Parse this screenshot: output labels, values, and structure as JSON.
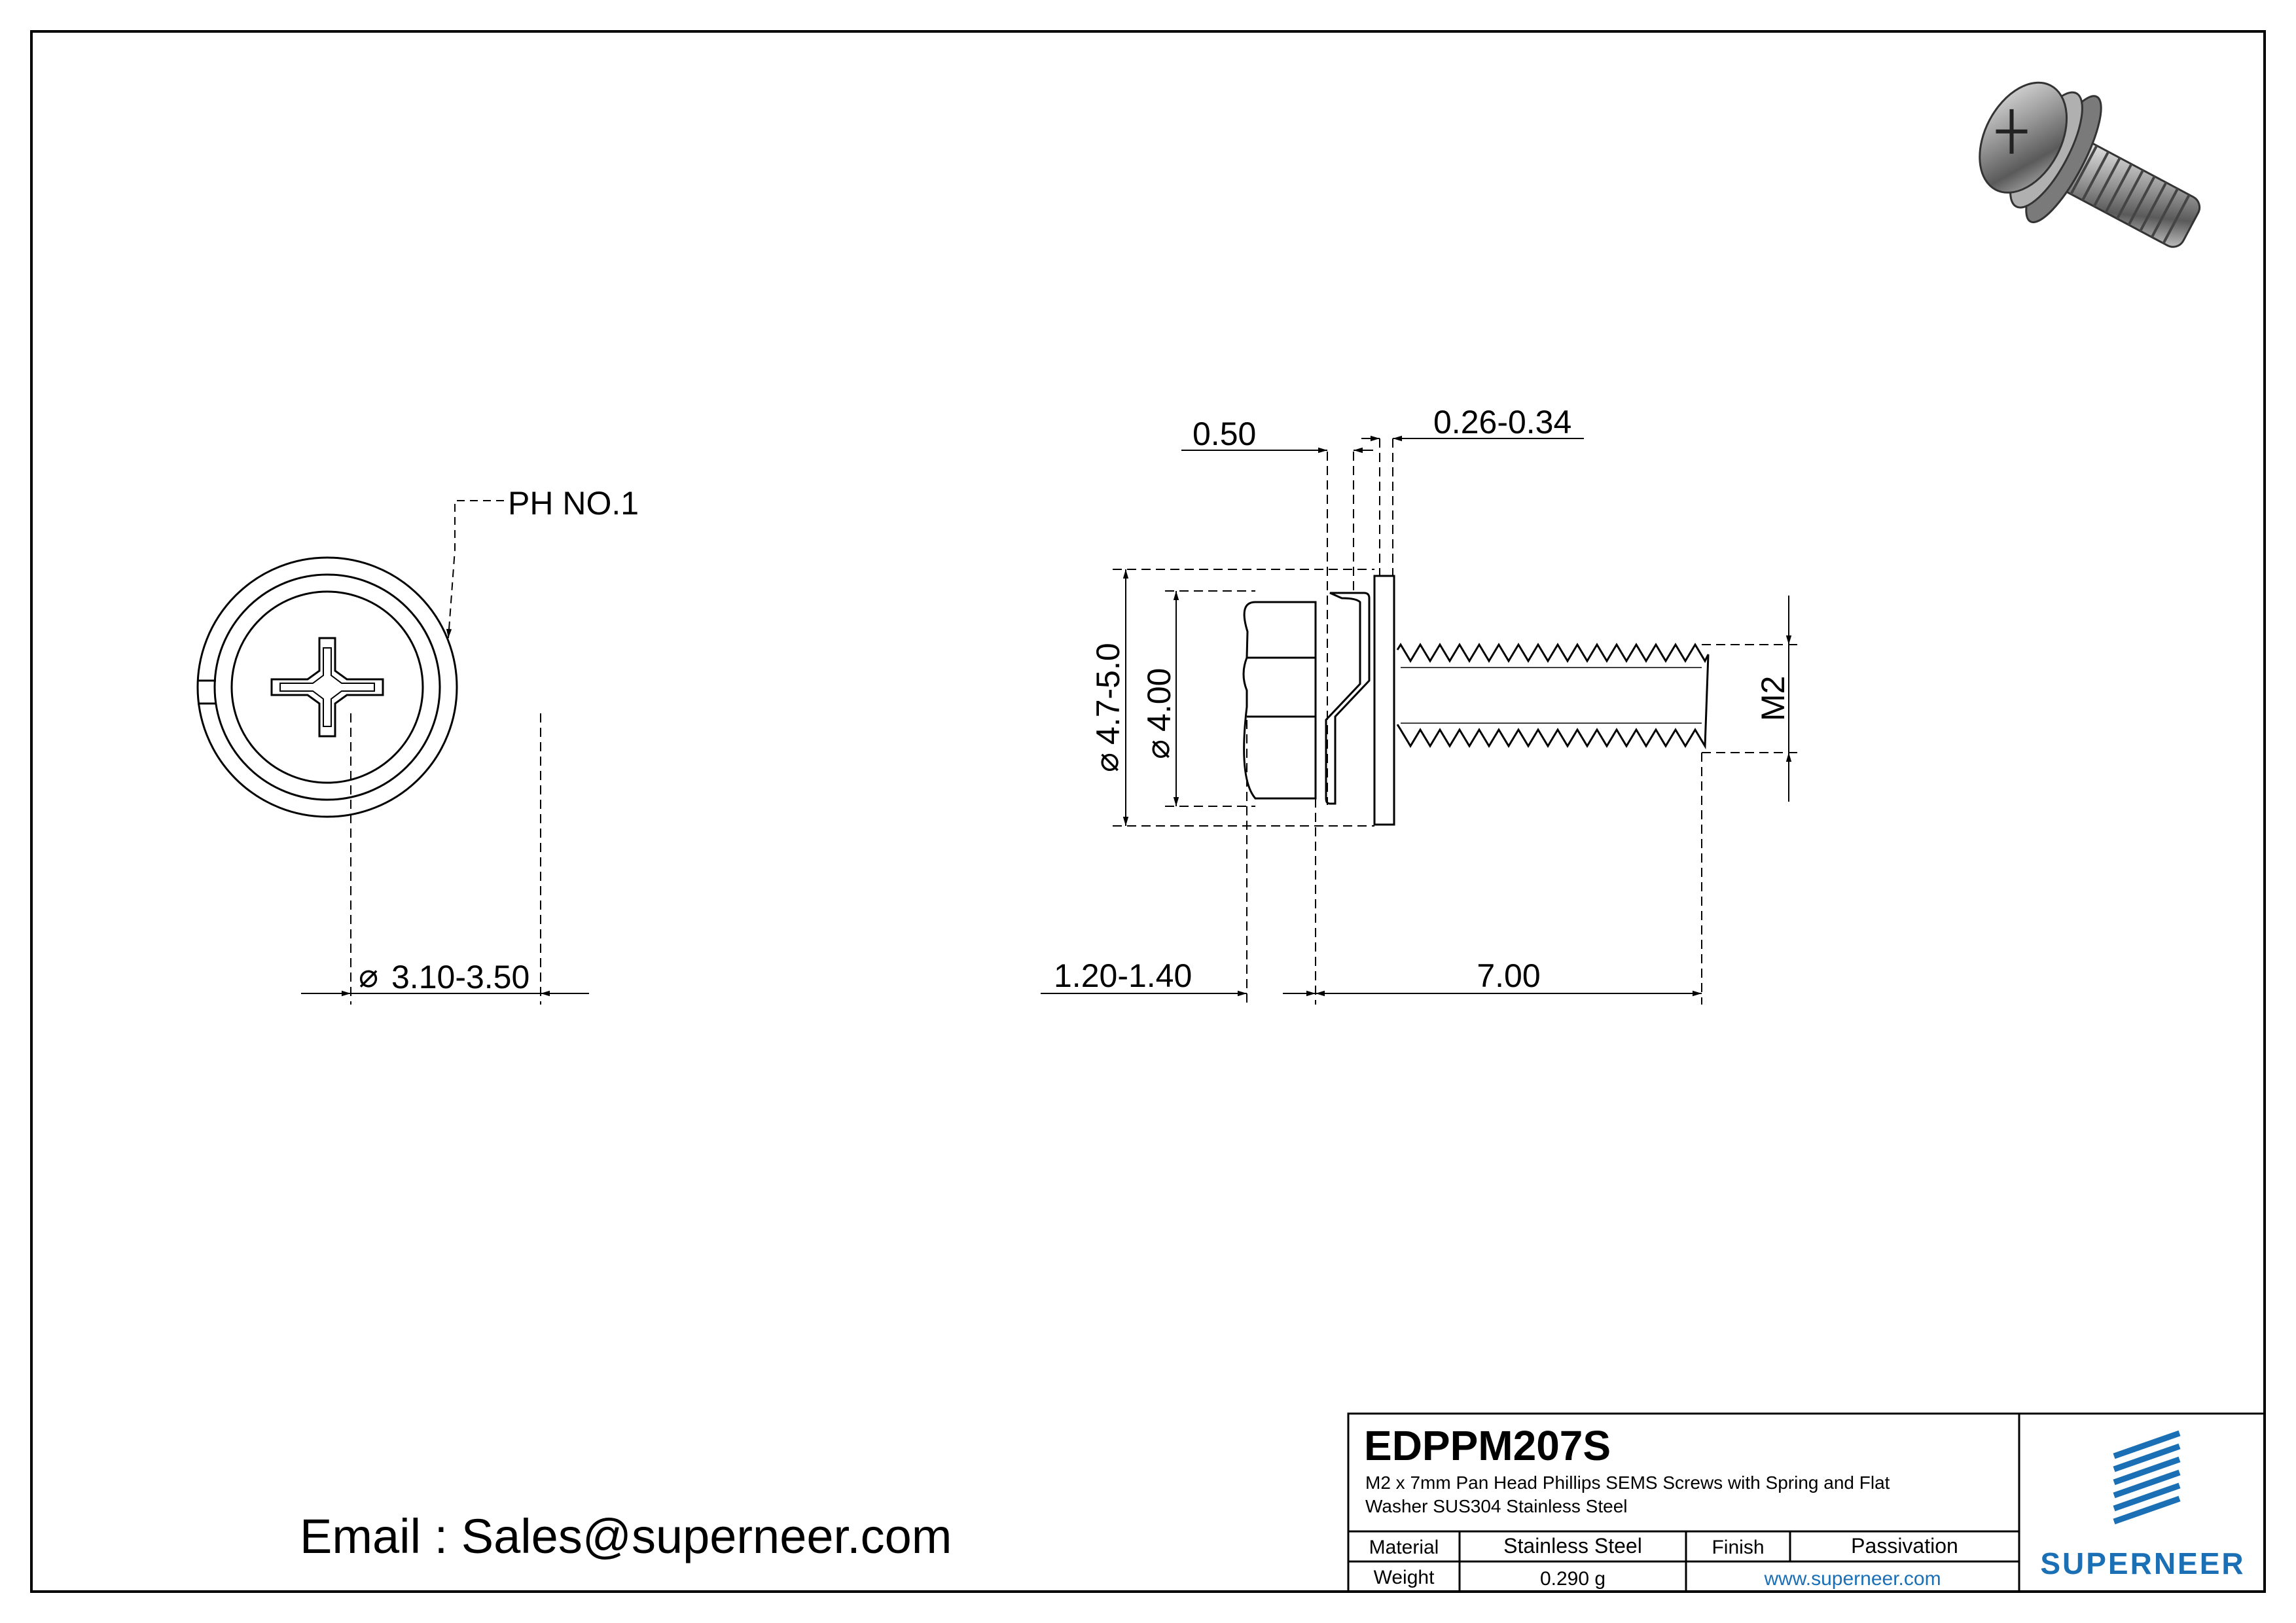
{
  "drawing": {
    "part_number": "EDPPM207S",
    "description": "M2 x 7mm Pan Head Phillips SEMS Screws with Spring and Flat Washer SUS304 Stainless Steel",
    "description_line1": "M2 x 7mm Pan Head Phillips SEMS Screws with Spring and Flat",
    "description_line2": "Washer SUS304 Stainless Steel",
    "material_label": "Material",
    "material_value": "Stainless Steel",
    "finish_label": "Finish",
    "finish_value": "Passivation",
    "weight_label": "Weight",
    "weight_value": "0.290 g",
    "website": "www.superneer.com",
    "brand": "SUPERNEER",
    "email": "Email : Sales@superneer.com"
  },
  "dimensions": {
    "drive": "PH NO.1",
    "recess_diameter": "3.10-3.50",
    "spring_washer_thickness": "0.50",
    "flat_washer_thickness": "0.26-0.34",
    "washer_diameter": "4.7-5.0",
    "head_diameter": "4.00",
    "thread": "M2",
    "head_height": "1.20-1.40",
    "length": "7.00",
    "diameter_symbol": "⌀"
  },
  "colors": {
    "line": "#000000",
    "brand_blue": "#1a6fb5",
    "link_blue": "#1a6fb5"
  }
}
